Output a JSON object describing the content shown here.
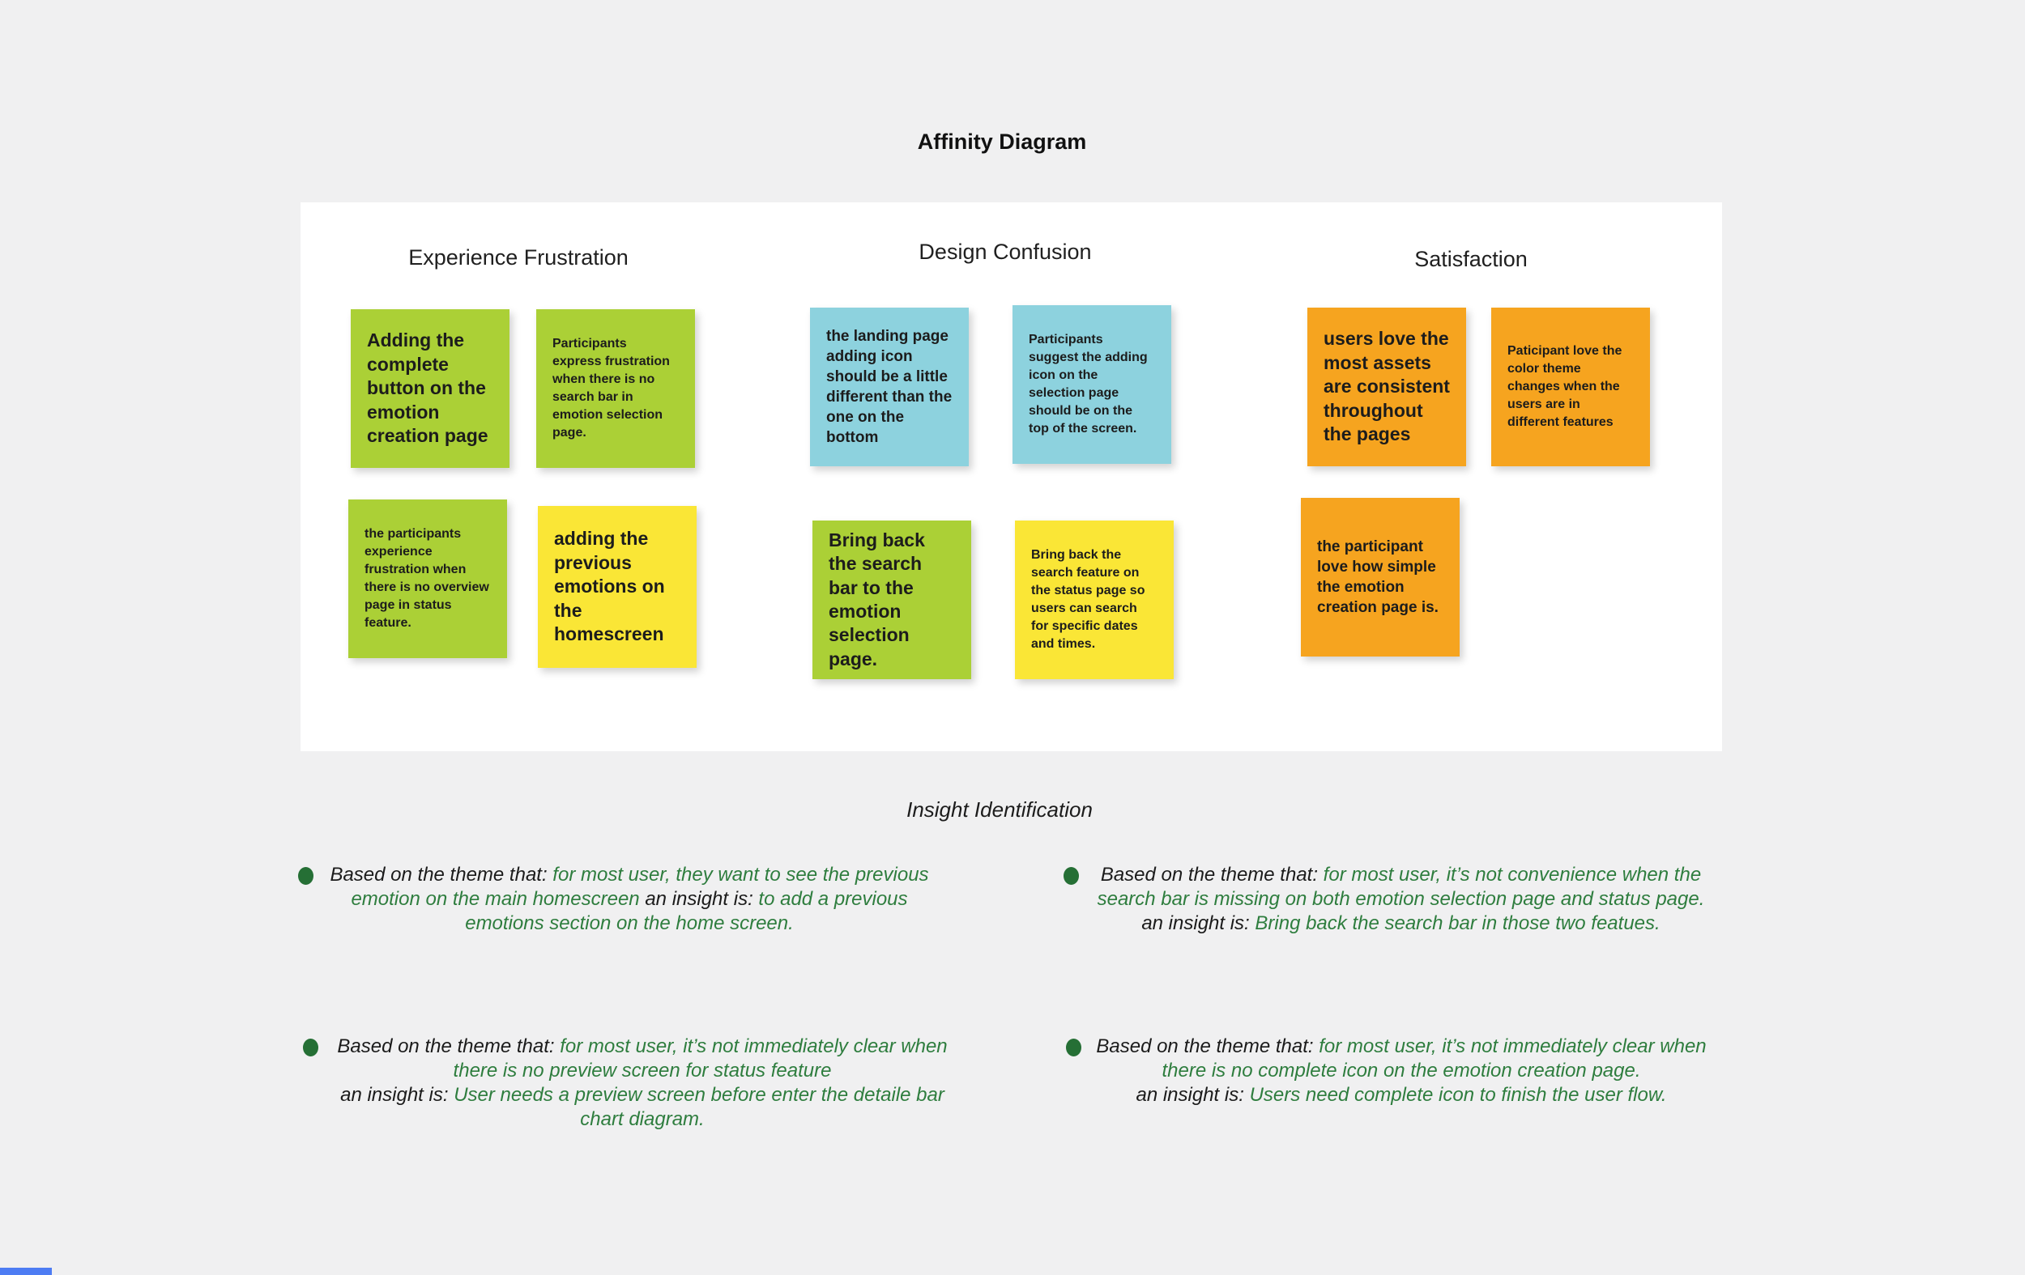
{
  "page": {
    "title": "Affinity Diagram",
    "background_color": "#f0f0f1",
    "board_color": "#ffffff"
  },
  "board": {
    "columns": [
      {
        "title": "Experience Frustration",
        "notes": [
          {
            "text": "Adding the complete button on the emotion creation page",
            "color_name": "green",
            "color": "#abd036"
          },
          {
            "text": "Participants express frustration when there is no search bar in emotion selection page.",
            "color_name": "green",
            "color": "#abd036"
          },
          {
            "text": "the participants experience frustration when there is no overview page in status feature.",
            "color_name": "green",
            "color": "#abd036"
          },
          {
            "text": "adding the previous emotions on the homescreen",
            "color_name": "yellow",
            "color": "#fae636"
          }
        ]
      },
      {
        "title": "Design Confusion",
        "notes": [
          {
            "text": "the landing page adding icon should be a little different than the one on the bottom",
            "color_name": "blue",
            "color": "#8dd2de"
          },
          {
            "text": "Participants suggest the adding icon on the selection page should be on the top of the screen.",
            "color_name": "blue",
            "color": "#8dd2de"
          },
          {
            "text": "Bring back the search bar to the emotion selection page.",
            "color_name": "green",
            "color": "#abd036"
          },
          {
            "text": "Bring back the search feature on the status page so users can search for specific dates and times.",
            "color_name": "yellow",
            "color": "#fae636"
          }
        ]
      },
      {
        "title": "Satisfaction",
        "notes": [
          {
            "text": "users love the most assets are consistent throughout the pages",
            "color_name": "orange",
            "color": "#f6a41f"
          },
          {
            "text": "Paticipant love the color theme changes when the users are in different features",
            "color_name": "orange",
            "color": "#f6a41f"
          },
          {
            "text": "the participant love how simple the emotion creation page is.",
            "color_name": "orange",
            "color": "#f6a41f"
          }
        ]
      }
    ]
  },
  "insights": {
    "title": "Insight Identification",
    "text_color": "#2e7d3e",
    "bullet_color": "#256f35",
    "items": [
      {
        "theme_label": "Based on the theme that:",
        "theme_text": "for most user, they want to see the previous emotion on the main homescreen",
        "insight_label": "an insight is:",
        "insight_text": "to add a previous emotions section on the home screen."
      },
      {
        "theme_label": "Based on the theme that:",
        "theme_text": "for most user, it’s not convenience when the search bar is missing on both emotion selection page and status page.",
        "insight_label": "an insight is:",
        "insight_text": "Bring back the search bar in those two featues."
      },
      {
        "theme_label": "Based on the theme that:",
        "theme_text": "for most user, it’s not immediately clear when there is no preview screen for status feature",
        "insight_label": "an insight is:",
        "insight_text": "User needs a preview screen before enter the detaile bar chart diagram."
      },
      {
        "theme_label": "Based on the theme that:",
        "theme_text": "for most user, it’s not immediately clear when there is no complete icon on the emotion creation page.",
        "insight_label": "an insight is:",
        "insight_text": "Users need complete icon to finish the user flow."
      }
    ]
  },
  "decorations": {
    "bottom_left_bar_color": "#4d7cf3"
  }
}
